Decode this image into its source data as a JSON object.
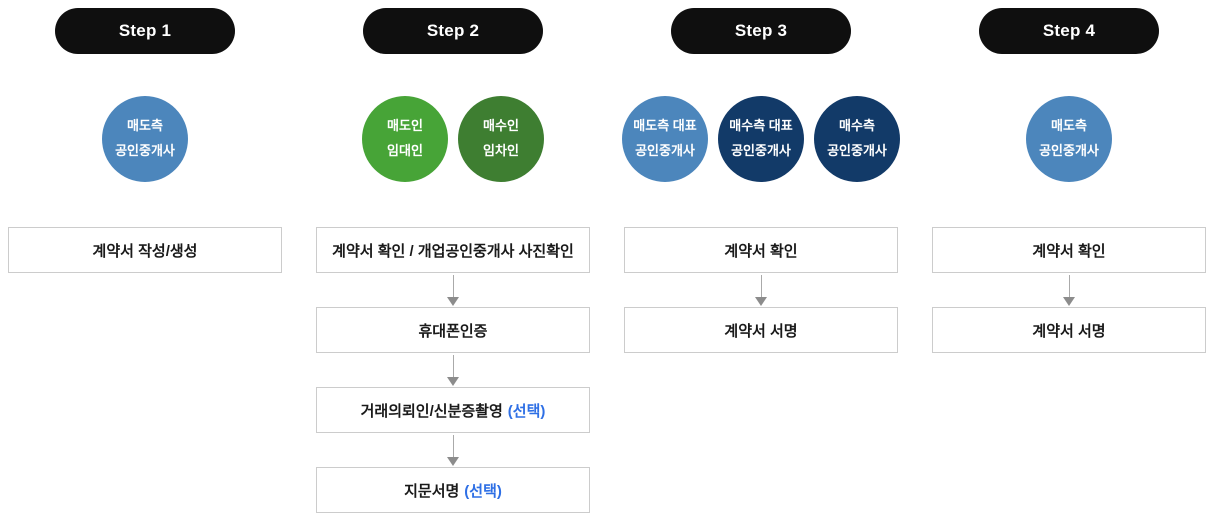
{
  "colors": {
    "step_badge": "#0f0f0f",
    "agent_blue": "#4c86bc",
    "landlord_green": "#47a437",
    "tenant_green": "#3e7e31",
    "rep_navy": "#123a68",
    "optional_blue": "#2e6fe5",
    "box_border": "#cccccc",
    "arrow_gray": "#8c8c8c"
  },
  "steps": [
    {
      "label": "Step 1",
      "actors": [
        {
          "text": "매도측\n공인중개사",
          "color": "agent_blue"
        }
      ],
      "boxes": [
        {
          "text": "계약서 작성/생성"
        }
      ]
    },
    {
      "label": "Step 2",
      "actors": [
        {
          "text": "매도인\n임대인",
          "color": "landlord_green"
        },
        {
          "text": "매수인\n임차인",
          "color": "tenant_green"
        }
      ],
      "boxes": [
        {
          "text": "계약서 확인 / 개업공인중개사 사진확인"
        },
        {
          "text": "휴대폰인증"
        },
        {
          "text": "거래의뢰인/신분증촬영",
          "suffix": "(선택)"
        },
        {
          "text": "지문서명",
          "suffix": "(선택)"
        }
      ]
    },
    {
      "label": "Step 3",
      "actors": [
        {
          "text": "매도측 대표\n공인중개사",
          "color": "agent_blue"
        },
        {
          "text": "매수측 대표\n공인중개사",
          "color": "rep_navy"
        },
        {
          "text": "매수측\n공인중개사",
          "color": "rep_navy"
        }
      ],
      "boxes": [
        {
          "text": "계약서 확인"
        },
        {
          "text": "계약서 서명"
        }
      ]
    },
    {
      "label": "Step 4",
      "actors": [
        {
          "text": "매도측\n공인중개사",
          "color": "agent_blue"
        }
      ],
      "boxes": [
        {
          "text": "계약서 확인"
        },
        {
          "text": "계약서 서명"
        }
      ]
    }
  ]
}
